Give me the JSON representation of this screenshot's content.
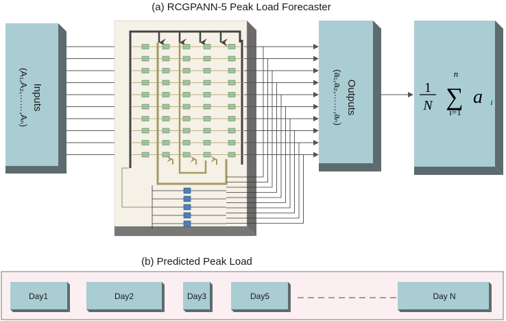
{
  "title_a": "(a) RCGPANN-5 Peak Load Forecaster",
  "inputs": {
    "label": "Inputs",
    "vector": "(A₁,A₂,……,Aₙ)"
  },
  "outputs": {
    "label": "Outputs",
    "vector": "(a₁,a₂,……,aₙ)"
  },
  "formula": {
    "numerator": "1",
    "denominator": "N",
    "sigma": "∑",
    "upper": "n",
    "lower": "i=1",
    "term": "a",
    "subscript": "i"
  },
  "title_b": "(b) Predicted Peak Load",
  "days": [
    {
      "label": "Day1"
    },
    {
      "label": "Day2"
    },
    {
      "label": "Day3"
    },
    {
      "label": "Day5"
    },
    {
      "label": "Day N"
    }
  ],
  "colors": {
    "box_fill": "#a9cdd3",
    "box_side": "#5d6b6e",
    "box_top": "#8aa0a4",
    "network_fill": "#f6f1e6",
    "network_side": "#6b6b6b",
    "node_green": "#9cc39a",
    "node_blue": "#4f7fb8",
    "wire_olive": "#a39a63",
    "wire_dark": "#444444",
    "panel_b_bg": "#fbeff1"
  }
}
